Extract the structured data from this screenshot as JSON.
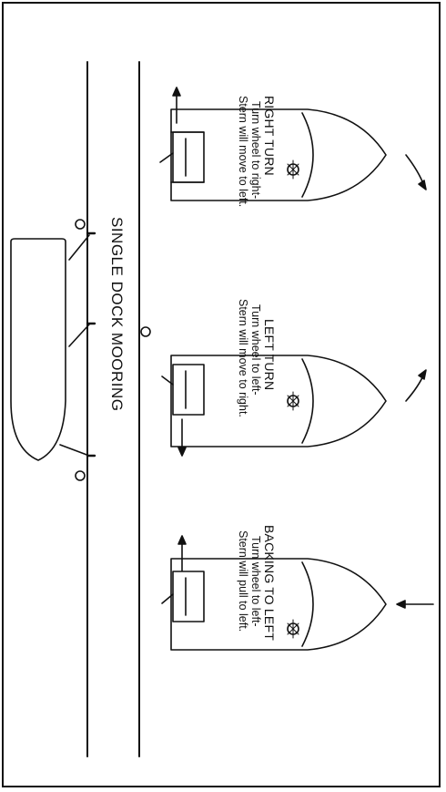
{
  "diagram": {
    "title": "SINGLE DOCK MOORING",
    "panels": [
      {
        "heading": "RIGHT TURN",
        "line1": "Turn wheel to right-",
        "line2": "Stern will move to left."
      },
      {
        "heading": "LEFT TURN",
        "line1": "Turn wheel to left-",
        "line2": "Stern will move to right."
      },
      {
        "heading": "BACKING TO LEFT",
        "line1": "Turn wheel to left-",
        "line2": "Stern will pull to left."
      }
    ],
    "colors": {
      "ink": "#111111",
      "paper": "#ffffff"
    }
  }
}
